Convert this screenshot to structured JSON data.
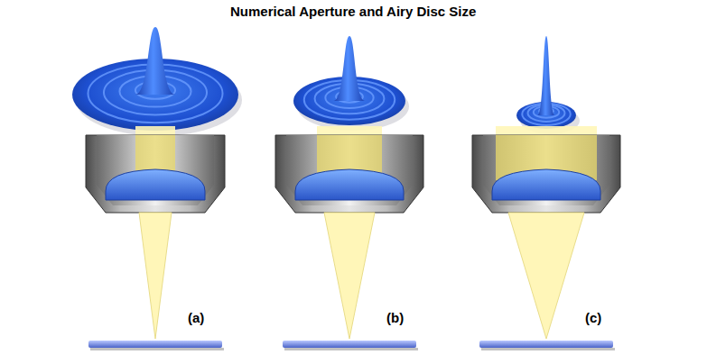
{
  "diagram": {
    "title": "Numerical Aperture and Airy Disc Size",
    "labels": [
      "(a)",
      "(b)",
      "(c)"
    ]
  }
}
